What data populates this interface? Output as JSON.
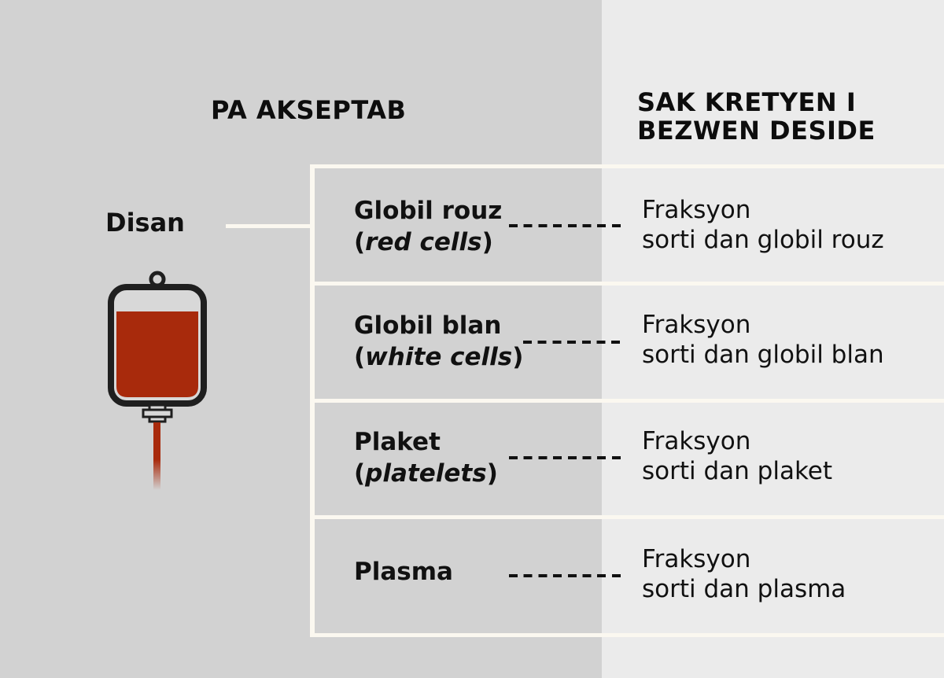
{
  "headers": {
    "left": "PA AKSEPTAB",
    "right_line1": "SAK KRETYEN I",
    "right_line2": "BEZWEN DESIDE"
  },
  "source": {
    "label": "Disan",
    "icon": "blood-bag-icon"
  },
  "rows": [
    {
      "component": "Globil rouz",
      "english": "red cells",
      "fraction_line1": "Fraksyon",
      "fraction_line2": "sorti dan globil rouz"
    },
    {
      "component": "Globil blan",
      "english": "white cells",
      "fraction_line1": "Fraksyon",
      "fraction_line2": "sorti dan globil blan"
    },
    {
      "component": "Plaket",
      "english": "platelets",
      "fraction_line1": "Fraksyon",
      "fraction_line2": "sorti dan plaket"
    },
    {
      "component": "Plasma",
      "english": null,
      "fraction_line1": "Fraksyon",
      "fraction_line2": "sorti dan plasma"
    }
  ],
  "colors": {
    "left_bg": "#d2d2d2",
    "right_bg": "#ebebeb",
    "frame": "#fbf8f0",
    "blood": "#a82a0c",
    "bag_outline": "#1f1f1f"
  }
}
